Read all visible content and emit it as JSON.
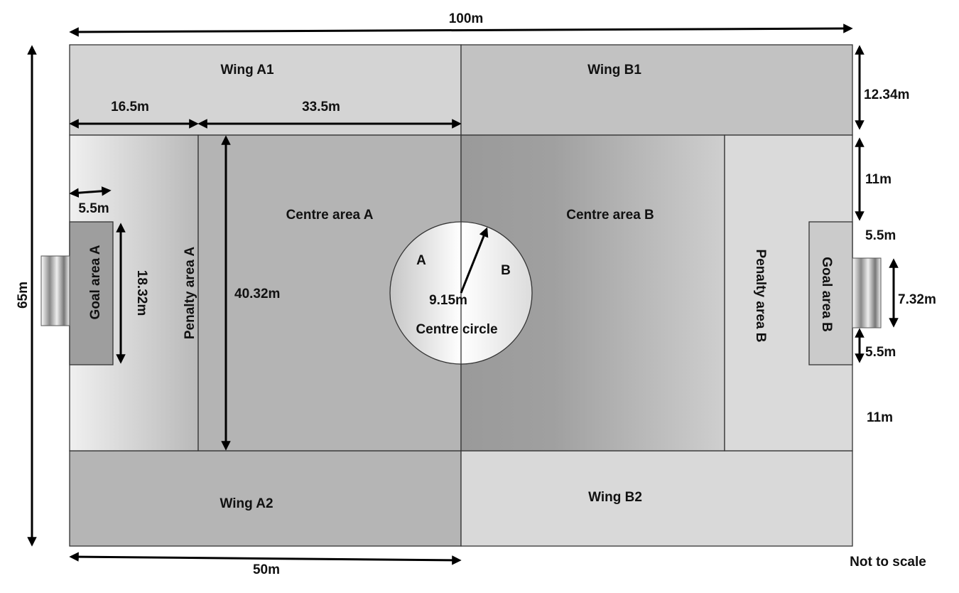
{
  "zones": {
    "wing_a1": "Wing A1",
    "wing_b1": "Wing B1",
    "wing_a2": "Wing A2",
    "wing_b2": "Wing B2",
    "centre_area_a": "Centre area A",
    "centre_area_b": "Centre area B",
    "penalty_area_a": "Penalty area A",
    "penalty_area_b": "Penalty area B",
    "goal_area_a": "Goal area A",
    "goal_area_b": "Goal area B",
    "centre_circle": "Centre circle",
    "circle_half_a": "A",
    "circle_half_b": "B"
  },
  "dimensions": {
    "length": "100m",
    "width": "65m",
    "half_length": "50m",
    "penalty_depth": "16.5m",
    "penalty_to_halfway": "33.5m",
    "penalty_width": "40.32m",
    "goal_area_depth": "5.5m",
    "goal_area_width": "18.32m",
    "centre_radius": "9.15m",
    "wing_width": "12.34m",
    "penalty_side_gap_top": "11m",
    "penalty_side_gap_bottom": "11m",
    "goal_side_gap_top": "5.5m",
    "goal_side_gap_bottom": "5.5m",
    "goal_width": "7.32m"
  },
  "note": "Not to scale"
}
